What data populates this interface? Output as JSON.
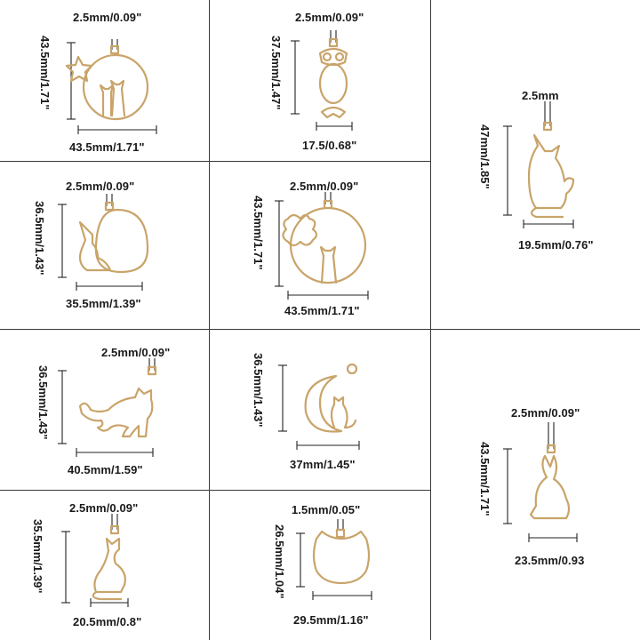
{
  "items": [
    {
      "id": "moon-cats",
      "top": "2.5mm/0.09\"",
      "side": "43.5mm/1.71\"",
      "bottom": "43.5mm/1.71\""
    },
    {
      "id": "owl",
      "top": "2.5mm/0.09\"",
      "side": "37.5mm/1.47\"",
      "bottom": "17.5/0.68\""
    },
    {
      "id": "sitting-cat",
      "top": "2.5mm",
      "side": "47mm/1.85\"",
      "bottom": "19.5mm/0.76\""
    },
    {
      "id": "rabbit-egg",
      "top": "2.5mm/0.09\"",
      "side": "36.5mm/1.43\"",
      "bottom": "35.5mm/1.39\""
    },
    {
      "id": "flower-cat",
      "top": "2.5mm/0.09\"",
      "side": "43.5mm/1.71\"",
      "bottom": "43.5mm/1.71\""
    },
    {
      "id": "stretching-cat",
      "top": "2.5mm/0.09\"",
      "side": "36.5mm/1.43\"",
      "bottom": "40.5mm/1.59\""
    },
    {
      "id": "crescent-cat",
      "top": "",
      "side": "36.5mm/1.43\"",
      "bottom": "37mm/1.45\""
    },
    {
      "id": "rabbit",
      "top": "2.5mm/0.09\"",
      "side": "43.5mm/1.71\"",
      "bottom": "23.5mm/0.93"
    },
    {
      "id": "small-cat",
      "top": "2.5mm/0.09\"",
      "side": "35.5mm/1.39\"",
      "bottom": "20.5mm/0.8\""
    },
    {
      "id": "cat-head",
      "top": "1.5mm/0.05\"",
      "side": "26.5mm/1.04\"",
      "bottom": "29.5mm/1.16\""
    }
  ],
  "colors": {
    "metal": "#c9a46a",
    "grid": "#3a3a3a",
    "text": "#1a1a1a"
  },
  "icons": [
    "moon-cats-pendant-icon",
    "owl-pendant-icon",
    "sitting-cat-pendant-icon",
    "rabbit-egg-pendant-icon",
    "flower-cat-pendant-icon",
    "stretching-cat-pendant-icon",
    "crescent-cat-pendant-icon",
    "rabbit-pendant-icon",
    "small-cat-pendant-icon",
    "cat-head-pendant-icon"
  ]
}
